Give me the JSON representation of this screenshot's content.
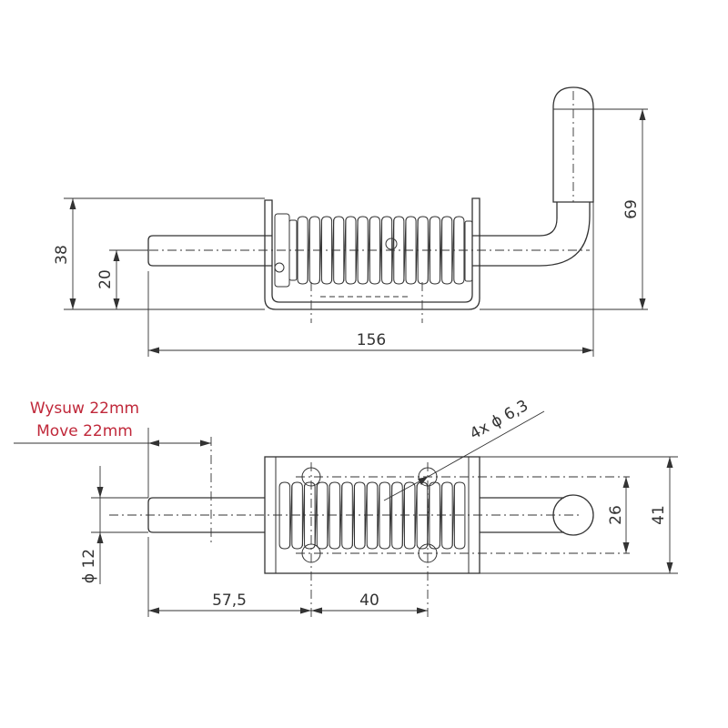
{
  "note": {
    "line1": "Wysuw 22mm",
    "line2": "Move 22mm",
    "color": "#c0283a"
  },
  "top_view": {
    "dim_height": "38",
    "dim_pin_height": "20",
    "dim_total_length": "156",
    "dim_handle_height": "69"
  },
  "bottom_view": {
    "dim_hole_spec": "4x ϕ 6,3",
    "dim_pin_diameter": "ϕ 12",
    "dim_offset": "57,5",
    "dim_hole_spacing": "40",
    "dim_hole_distance": "26",
    "dim_width": "41"
  },
  "line_color": "#333333"
}
